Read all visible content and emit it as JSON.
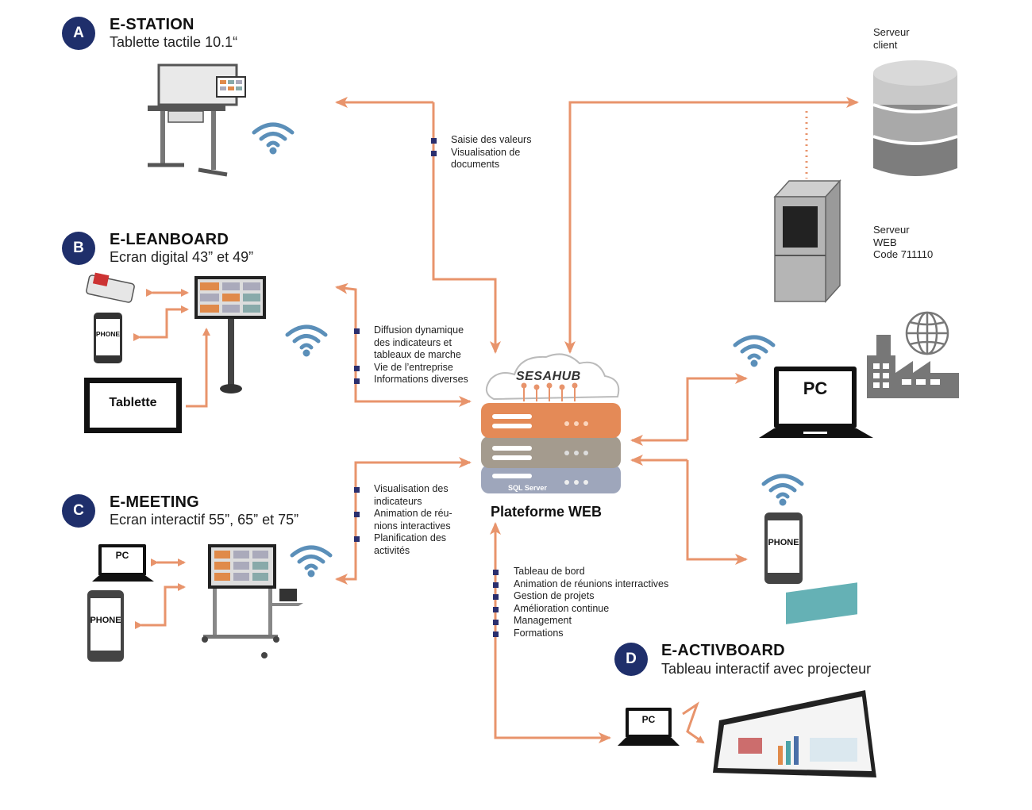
{
  "sections": {
    "a": {
      "badge": "A",
      "title": "E-STATION",
      "subtitle": "Tablette tactile 10.1“"
    },
    "b": {
      "badge": "B",
      "title": "E-LEANBOARD",
      "subtitle": "Ecran digital 43” et 49”"
    },
    "c": {
      "badge": "C",
      "title": "E-MEETING",
      "subtitle": "Ecran interactif 55”, 65” et 75”"
    },
    "d": {
      "badge": "D",
      "title": "E-ACTIVBOARD",
      "subtitle": "Tableau interactif avec projecteur"
    }
  },
  "notes": {
    "a": [
      "Saisie des valeurs",
      "Visualisation de",
      "documents"
    ],
    "b": [
      "Diffusion dynamique",
      "des indicateurs et",
      "tableaux de marche",
      "Vie de l’entreprise",
      "Informations diverses"
    ],
    "c": [
      "Visualisation des",
      "indicateurs",
      "Animation de réu-",
      "nions interactives",
      "Planification des",
      "activités"
    ],
    "d": [
      "Tableau de bord",
      "Animation de réunions interractives",
      "Gestion de projets",
      "Amélioration continue",
      "Management",
      "Formations"
    ]
  },
  "servers": {
    "client": [
      "Serveur",
      "client"
    ],
    "web": [
      "Serveur",
      "WEB",
      "Code 711110"
    ]
  },
  "devices": {
    "phone": "PHONE",
    "pc": "PC",
    "tablette": "Tablette"
  },
  "hub": {
    "cloud_label": "SESAHUB",
    "db_label": "SQL Server",
    "platform_label": "Plateforme WEB"
  },
  "colors": {
    "arrow": "#e8946c",
    "badge": "#1f2f6b",
    "wifi": "#5b8fb9",
    "bullet": "#2b2f6e"
  }
}
